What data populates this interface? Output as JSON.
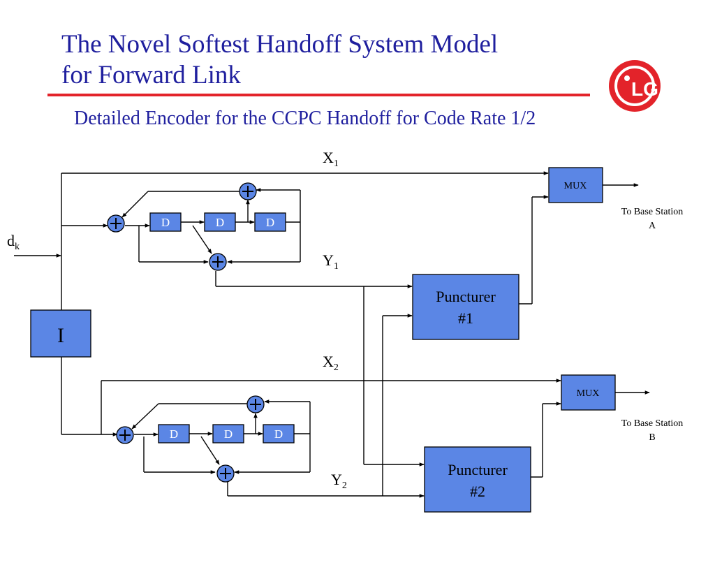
{
  "header": {
    "title_line1": "The Novel Softest Handoff System Model",
    "title_line2": "for Forward Link",
    "subtitle": "Detailed Encoder for the CCPC Handoff for Code Rate 1/2"
  },
  "logo": {
    "text": "LG",
    "color": "#e3232a"
  },
  "diagram": {
    "input_label": "d",
    "input_sub": "k",
    "interleaver_label": "I",
    "delay_label": "D",
    "mux_label": "MUX",
    "x1": "X",
    "x1_sub": "1",
    "y1": "Y",
    "y1_sub": "1",
    "x2": "X",
    "x2_sub": "2",
    "y2": "Y",
    "y2_sub": "2",
    "puncturer1_line1": "Puncturer",
    "puncturer1_line2": "#1",
    "puncturer2_line1": "Puncturer",
    "puncturer2_line2": "#2",
    "out_a_line1": "To Base Station",
    "out_a_line2": "A",
    "out_b_line1": "To Base Station",
    "out_b_line2": "B"
  },
  "colors": {
    "block_fill": "#5b86e5",
    "title": "#1f1f9e",
    "rule": "#e3232a"
  }
}
